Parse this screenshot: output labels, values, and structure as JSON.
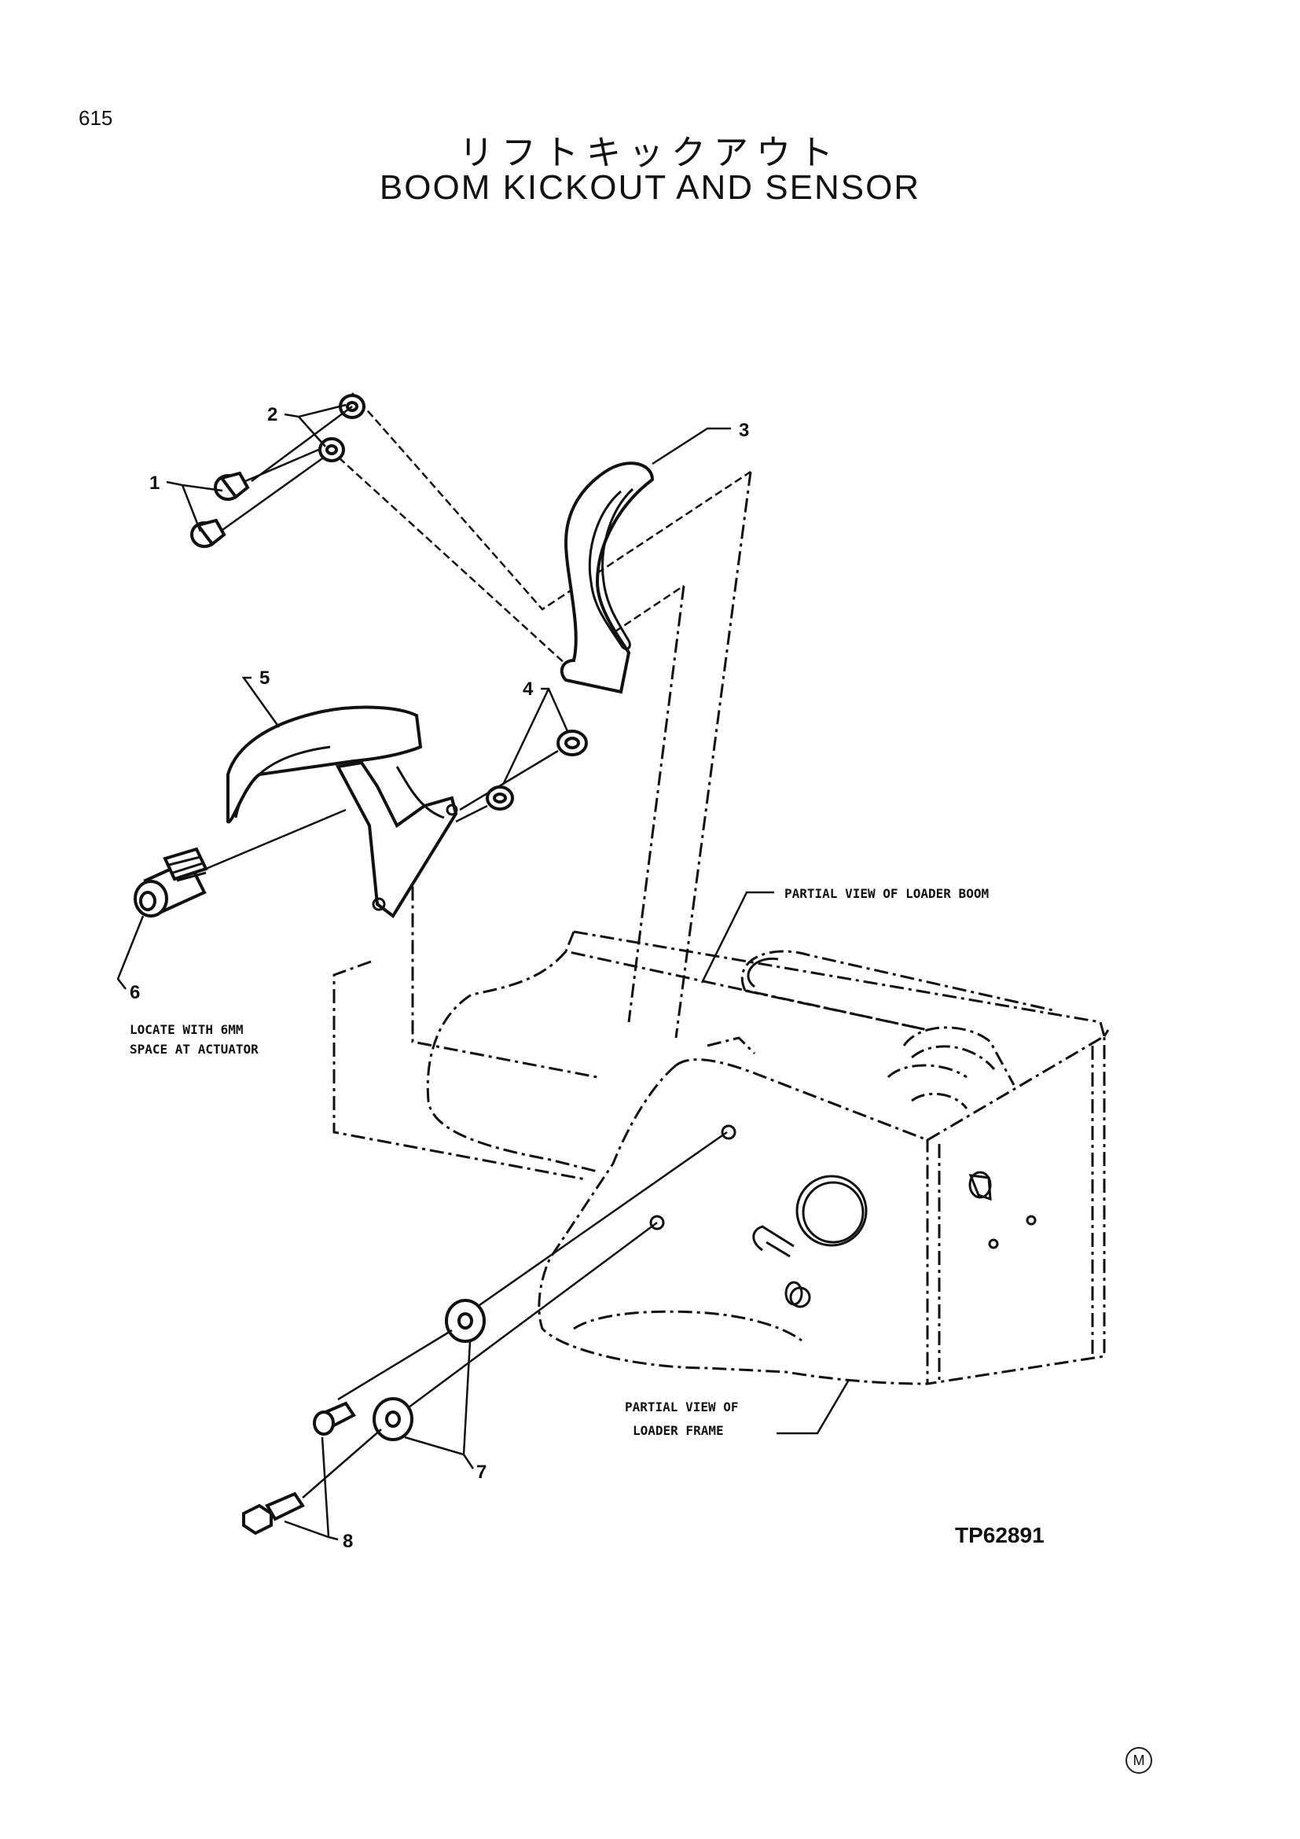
{
  "page_number": "615",
  "title_jp": "リフトキックアウト",
  "title_en": "BOOM KICKOUT AND SENSOR",
  "callouts": {
    "c1": "1",
    "c2": "2",
    "c3": "3",
    "c4": "4",
    "c5": "5",
    "c6": "6",
    "c7": "7",
    "c8": "8"
  },
  "notes": {
    "locate_line1": "LOCATE WITH 6MM",
    "locate_line2": "SPACE AT ACTUATOR",
    "boom": "PARTIAL VIEW OF LOADER BOOM",
    "frame_line1": "PARTIAL VIEW OF",
    "frame_line2": "LOADER FRAME"
  },
  "figure_ref": "TP62891",
  "corner_mark": "M"
}
